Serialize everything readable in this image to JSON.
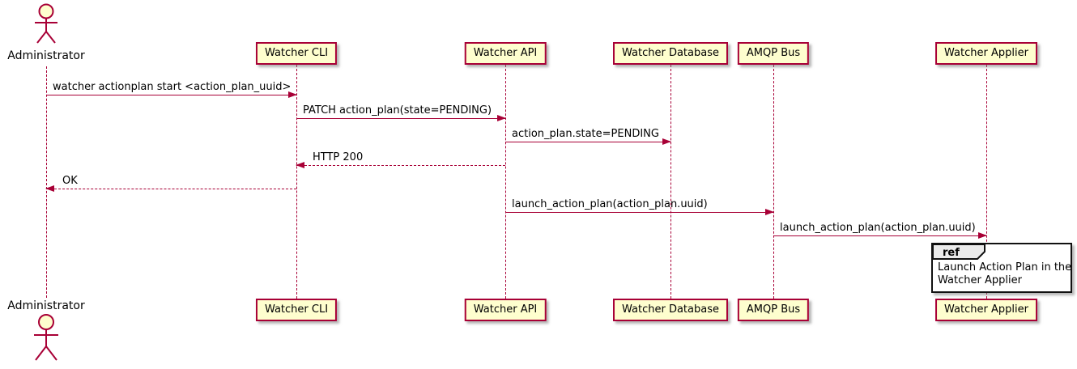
{
  "diagram_type": "uml-sequence-diagram",
  "colors": {
    "participant_fill": "#FEFECE",
    "participant_border": "#A80036",
    "lifeline_color": "#A80036",
    "arrow_color": "#A80036",
    "text_color": "#000000",
    "ref_header_fill": "#EBEBEB",
    "ref_border": "#111111",
    "background": "#FFFFFF"
  },
  "actor": {
    "label": "Administrator"
  },
  "participants": [
    {
      "label": "Watcher CLI"
    },
    {
      "label": "Watcher API"
    },
    {
      "label": "Watcher Database"
    },
    {
      "label": "AMQP Bus"
    },
    {
      "label": "Watcher Applier"
    }
  ],
  "messages": [
    {
      "from": "Administrator",
      "to": "Watcher CLI",
      "label": "watcher actionplan start <action_plan_uuid>",
      "line": "solid",
      "direction": "right"
    },
    {
      "from": "Watcher CLI",
      "to": "Watcher API",
      "label": "PATCH action_plan(state=PENDING)",
      "line": "solid",
      "direction": "right"
    },
    {
      "from": "Watcher API",
      "to": "Watcher Database",
      "label": "action_plan.state=PENDING",
      "line": "solid",
      "direction": "right"
    },
    {
      "from": "Watcher API",
      "to": "Watcher CLI",
      "label": "HTTP 200",
      "line": "dashed",
      "direction": "left"
    },
    {
      "from": "Watcher CLI",
      "to": "Administrator",
      "label": "OK",
      "line": "dashed",
      "direction": "left"
    },
    {
      "from": "Watcher API",
      "to": "AMQP Bus",
      "label": "launch_action_plan(action_plan.uuid)",
      "line": "solid",
      "direction": "right"
    },
    {
      "from": "AMQP Bus",
      "to": "Watcher Applier",
      "label": "launch_action_plan(action_plan.uuid)",
      "line": "solid",
      "direction": "right"
    }
  ],
  "ref": {
    "keyword": "ref",
    "line1": "Launch Action Plan in the",
    "line2": "Watcher Applier"
  }
}
